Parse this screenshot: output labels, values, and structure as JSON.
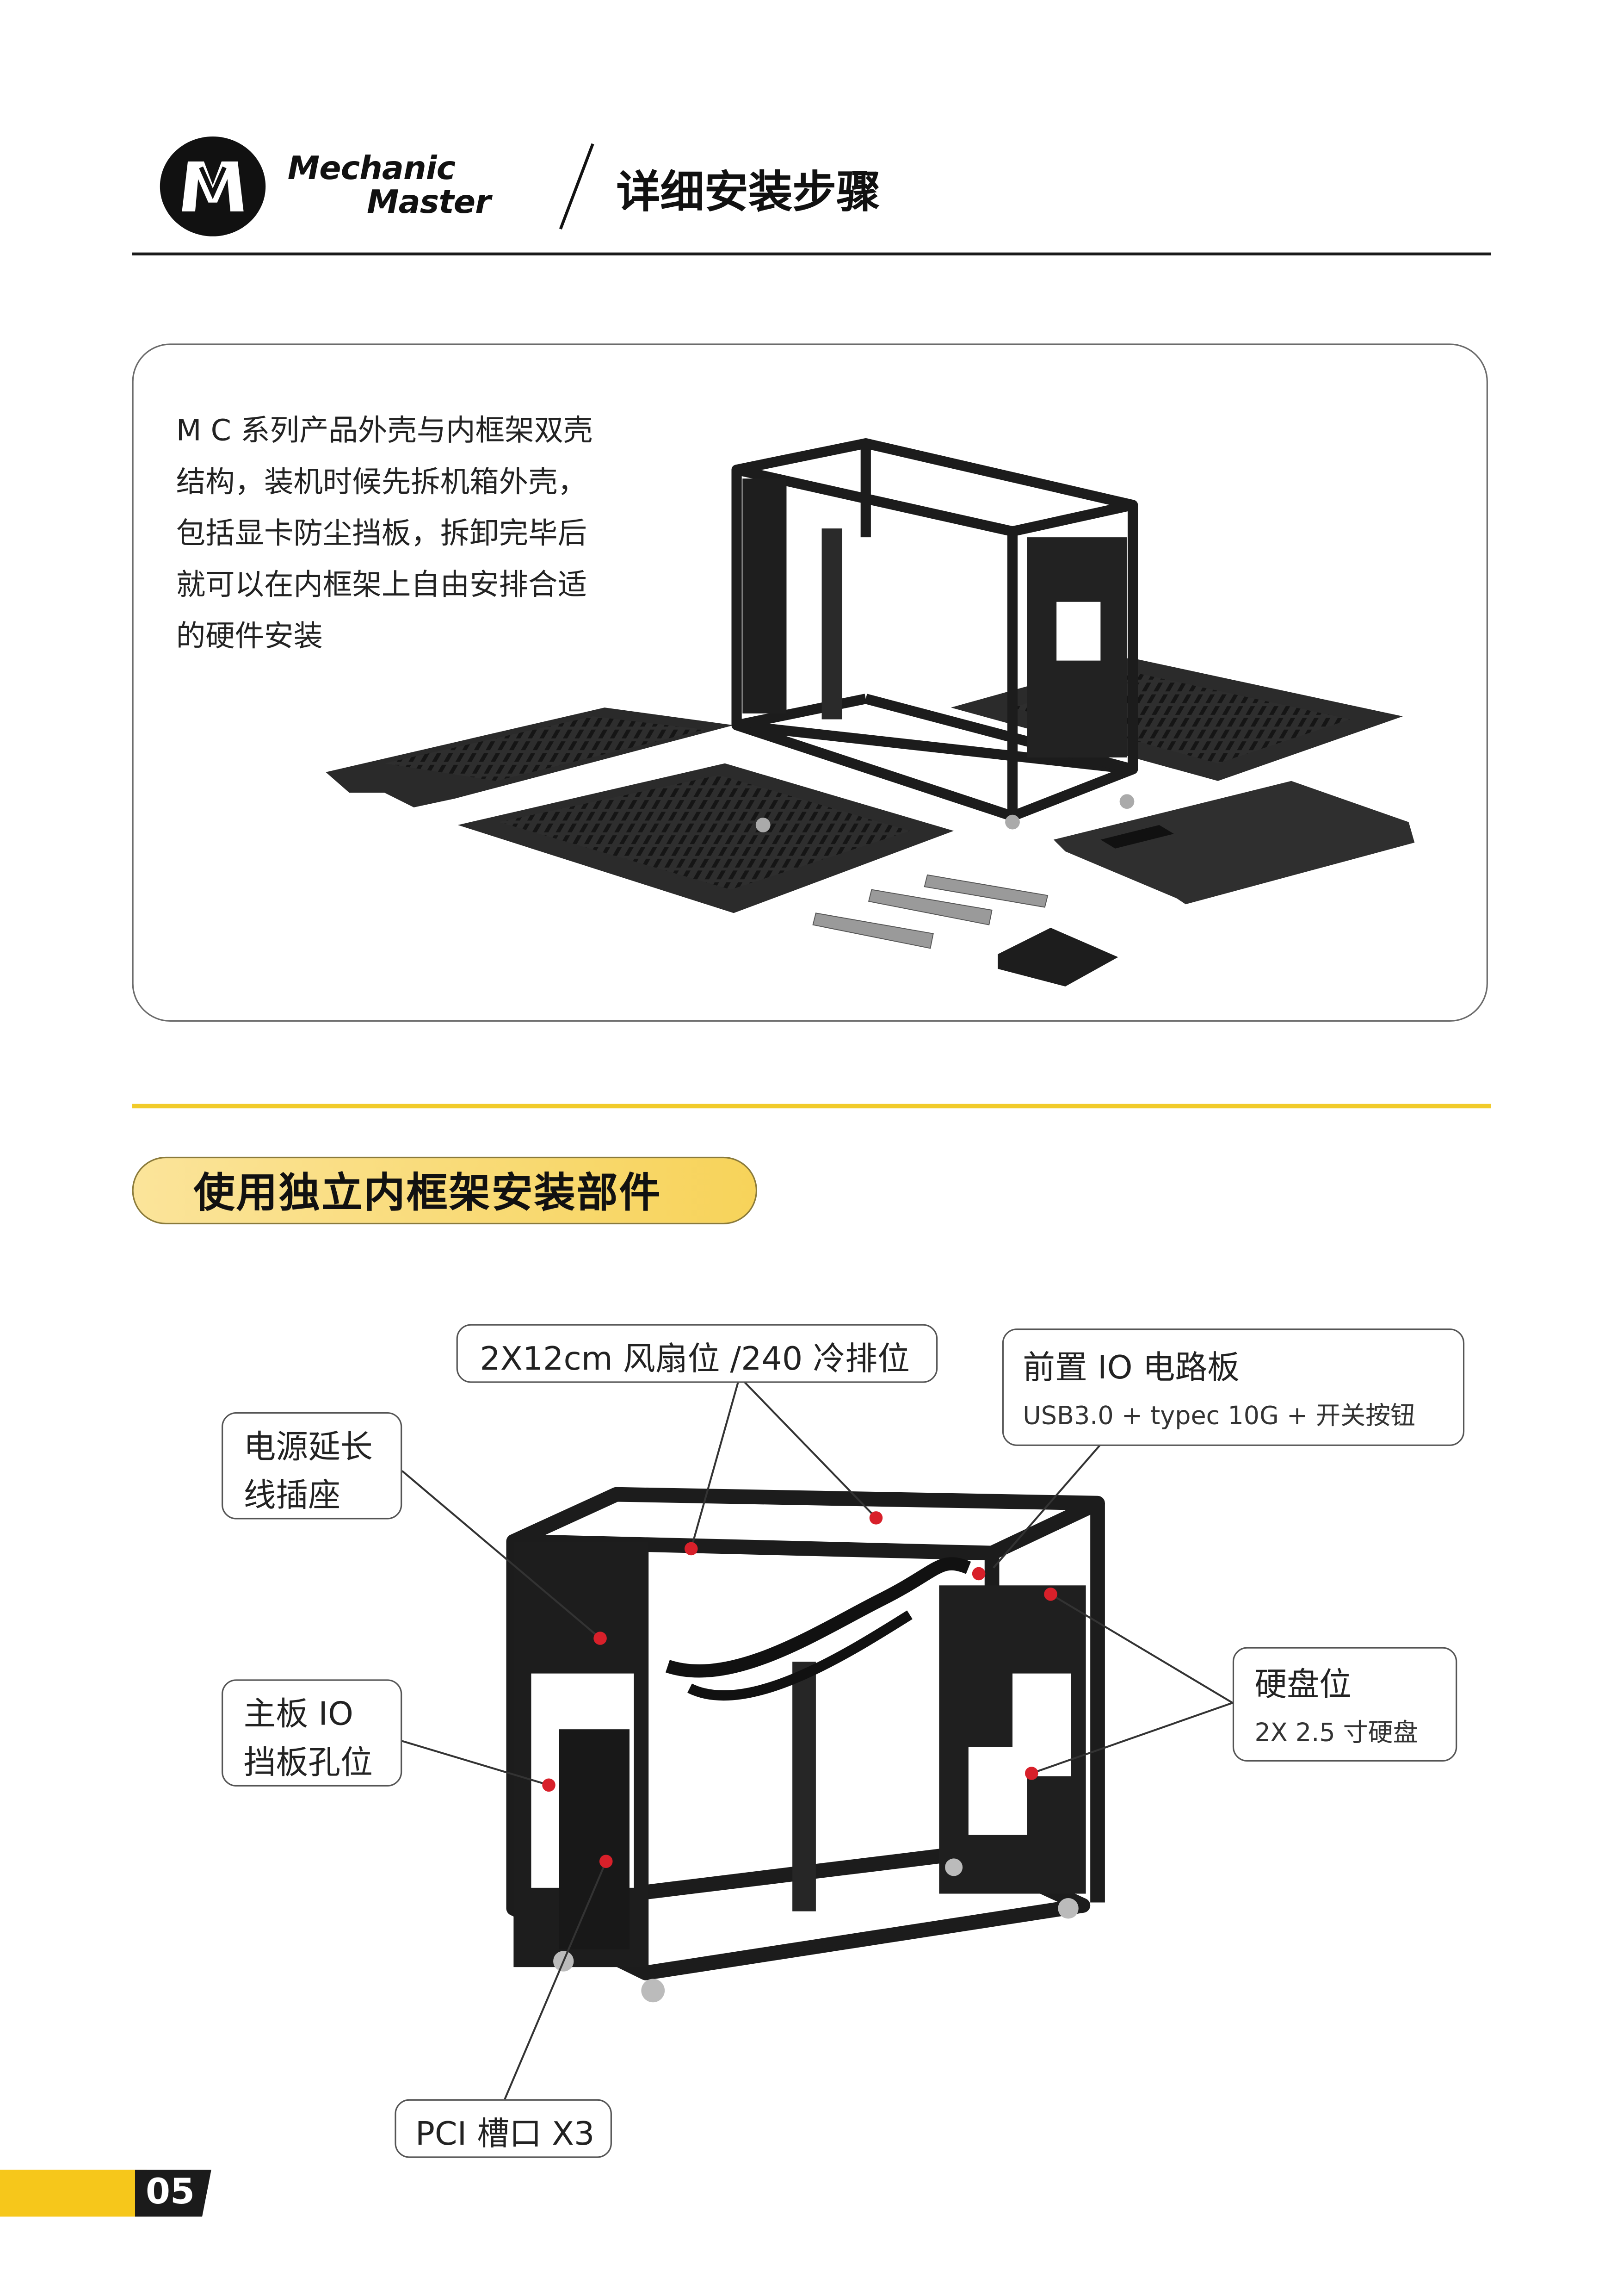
{
  "header": {
    "brand_line1": "Mechanic",
    "brand_line2": "Master",
    "title": "详细安装步骤"
  },
  "intro": {
    "lines": [
      "M C 系列产品外壳与内框架双壳",
      "结构，装机时候先拆机箱外壳，",
      "包括显卡防尘挡板，拆卸完毕后",
      "就可以在内框架上自由安排合适",
      "的硬件安装"
    ]
  },
  "section": {
    "title": "使用独立内框架安装部件"
  },
  "callouts": {
    "fan": "2X12cm 风扇位 /240 冷排位",
    "front_io_title": "前置 IO 电路板",
    "front_io_sub": "USB3.0 + typec 10G + 开关按钮",
    "power_line1": "电源延长",
    "power_line2": "线插座",
    "board_io_line1": "主板 IO",
    "board_io_line2": "挡板孔位",
    "drive_title": "硬盘位",
    "drive_sub": "2X 2.5 寸硬盘",
    "pci": "PCI 槽口 X3"
  },
  "footer": {
    "page_number": "05"
  },
  "colors": {
    "accent_yellow": "#f6c71b",
    "marker_red": "#d8202a",
    "frame_black": "#1c1c1c"
  }
}
